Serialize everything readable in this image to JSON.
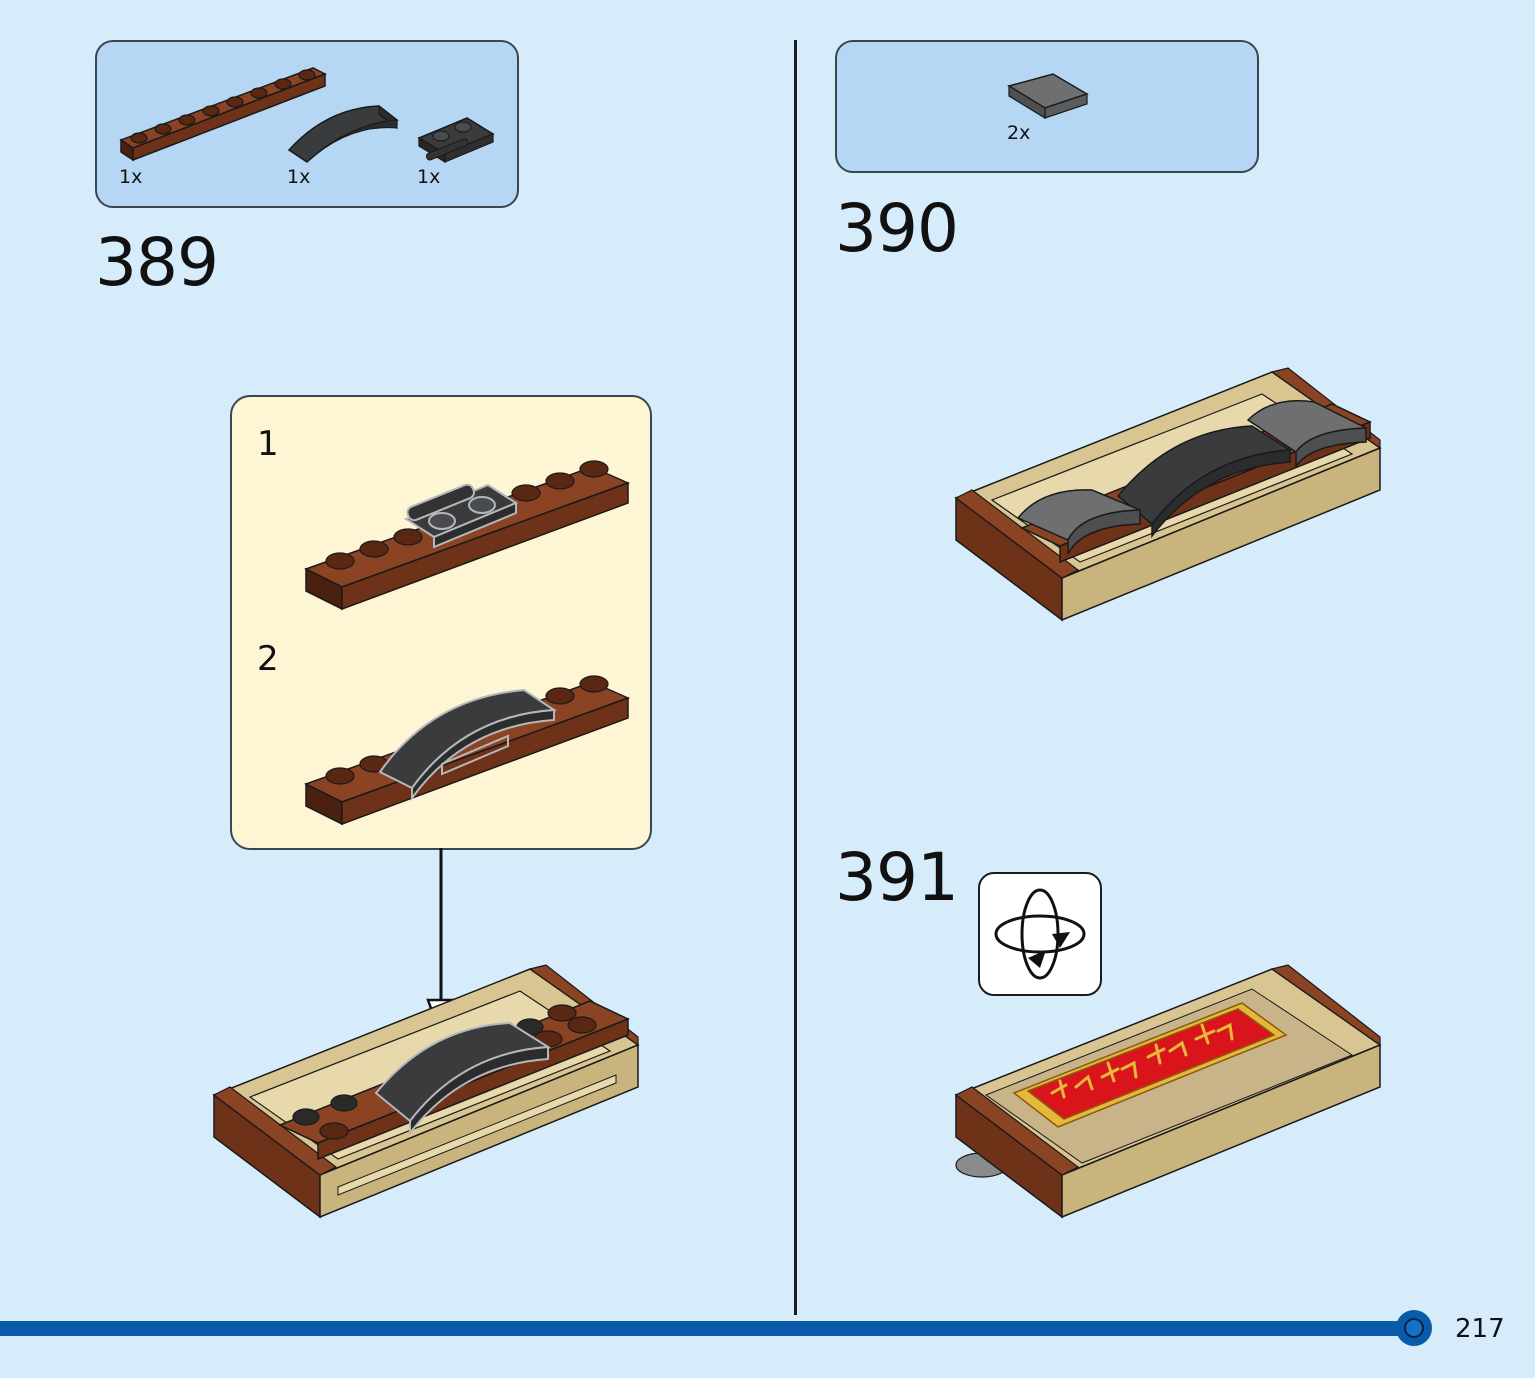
{
  "steps": [
    {
      "number": "389",
      "parts": [
        {
          "qty": "1x",
          "part": "brown-plate-1x8"
        },
        {
          "qty": "1x",
          "part": "black-curved-slope"
        },
        {
          "qty": "1x",
          "part": "black-clip-plate"
        }
      ]
    },
    {
      "number": "390",
      "parts": [
        {
          "qty": "2x",
          "part": "grey-curved-slope"
        }
      ]
    },
    {
      "number": "391"
    }
  ],
  "substeps": [
    "1",
    "2"
  ],
  "page_number": "217",
  "icons": [
    "rotate-model-icon",
    "down-arrow-icon"
  ],
  "colors": {
    "page_background": "#d6ecfa",
    "parts_box": "#b5d7f3",
    "substep_box": "#fdf5d3",
    "footer_bar": "#0a5cab",
    "brown": "#6e3219",
    "tan": "#d9c592",
    "dark_grey": "#3a3b3d",
    "grey": "#6e6f71",
    "red_tile": "#d9151b",
    "gold": "#e6b83a"
  }
}
